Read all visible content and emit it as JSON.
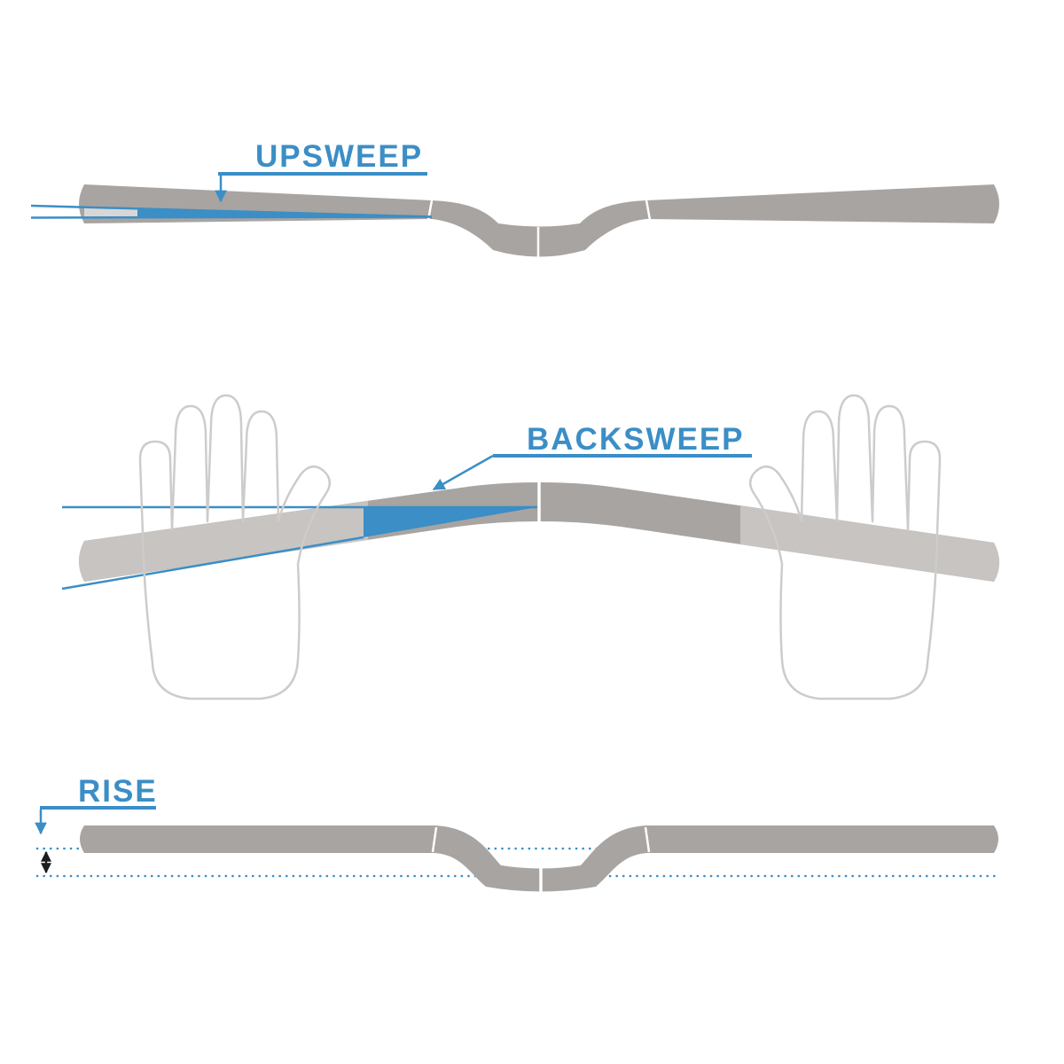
{
  "colors": {
    "accent_blue": "#3b8ec6",
    "bar_gray": "#a8a4a1",
    "bar_gray_light": "#c7c4c1",
    "hand_outline": "#cccccc",
    "measure_black": "#1c1c1c",
    "background": "#ffffff"
  },
  "sections": {
    "upsweep": {
      "label": "UPSWEEP"
    },
    "backsweep": {
      "label": "BACKSWEEP"
    },
    "rise": {
      "label": "RISE"
    }
  }
}
